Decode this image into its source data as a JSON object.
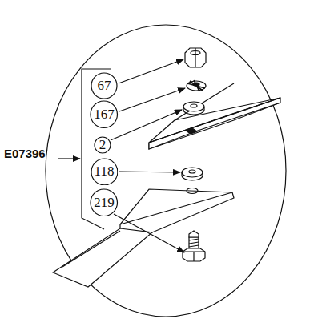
{
  "diagram": {
    "nodes": [
      {
        "text": [
          "67"
        ]
      },
      {
        "text": [
          "167"
        ]
      },
      {
        "text": [
          "2"
        ]
      },
      {
        "text": [
          "118"
        ]
      },
      {
        "text": [
          "219"
        ]
      }
    ],
    "labels": [
      "E07396"
    ]
  }
}
